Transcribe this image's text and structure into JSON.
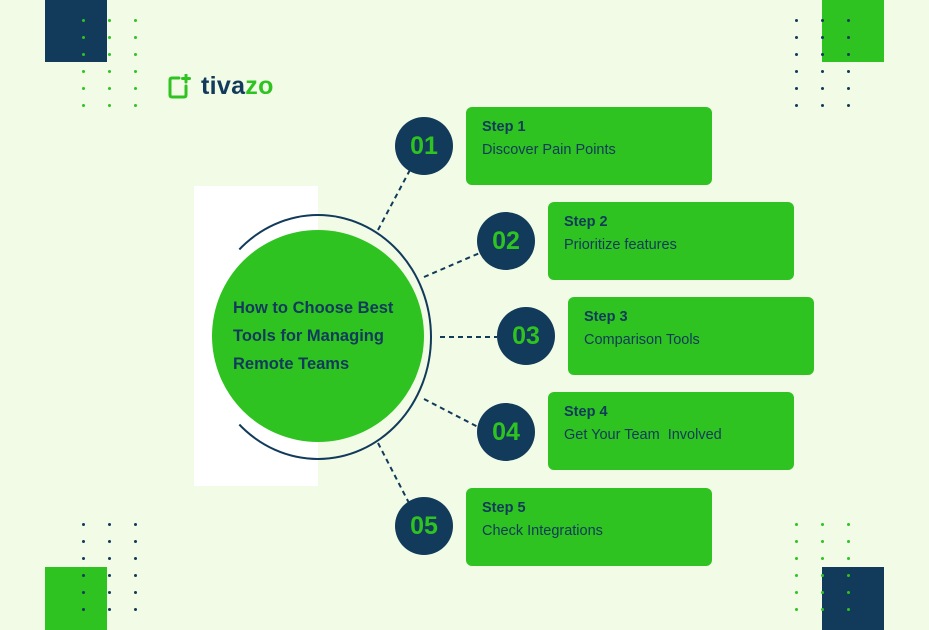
{
  "logo": {
    "prefix": "tiva",
    "suffix": "zo"
  },
  "main_title": "How to Choose Best\nTools for Managing\nRemote Teams",
  "steps": [
    {
      "number": "01",
      "title": "Step 1",
      "description": "Discover Pain Points"
    },
    {
      "number": "02",
      "title": "Step 2",
      "description": "Prioritize features"
    },
    {
      "number": "03",
      "title": "Step 3",
      "description": "Comparison Tools"
    },
    {
      "number": "04",
      "title": "Step 4",
      "description": "Get Your Team  Involved"
    },
    {
      "number": "05",
      "title": "Step 5",
      "description": "Check Integrations"
    }
  ],
  "colors": {
    "background": "#f1fbe6",
    "green": "#2fc321",
    "navy": "#123a5a",
    "white": "#ffffff"
  }
}
